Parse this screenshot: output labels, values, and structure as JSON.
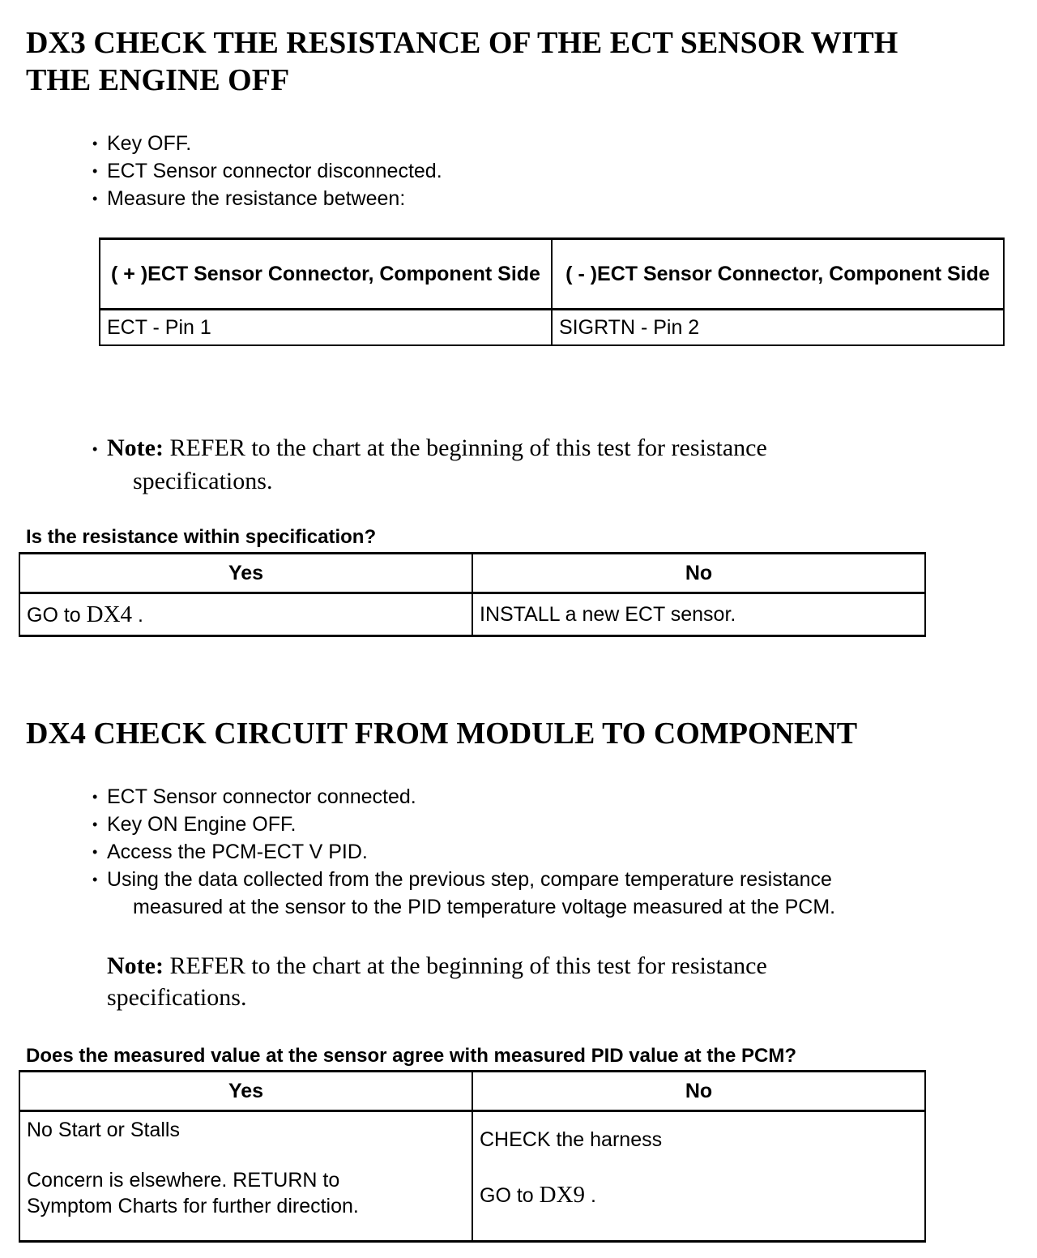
{
  "dx3": {
    "heading_line1": "DX3 CHECK THE RESISTANCE OF THE ECT SENSOR WITH",
    "heading_line2": "THE ENGINE OFF",
    "steps": [
      "Key OFF.",
      "ECT Sensor connector disconnected.",
      "Measure the resistance between:"
    ],
    "measure_table": {
      "headers": [
        "( + )ECT Sensor Connector, Component Side",
        "( - )ECT Sensor Connector, Component Side"
      ],
      "row": [
        "ECT - Pin 1",
        "SIGRTN - Pin 2"
      ]
    },
    "note_label": "Note:",
    "note_text": " REFER to the chart at the beginning of this test for resistance specifications.",
    "question": "Is the resistance within specification?",
    "answers": {
      "yes_header": "Yes",
      "no_header": "No",
      "yes_prefix": "GO to ",
      "yes_step": "DX4",
      "yes_suffix": " .",
      "no_text": "INSTALL a new ECT sensor."
    }
  },
  "dx4": {
    "heading": "DX4 CHECK CIRCUIT FROM MODULE TO COMPONENT",
    "steps": [
      "ECT Sensor connector connected.",
      "Key ON Engine OFF.",
      "Access the PCM-ECT V PID.",
      "Using the data collected from the previous step, compare temperature resistance measured at the sensor to the PID temperature voltage measured at the PCM."
    ],
    "note_label": "Note:",
    "note_text": " REFER to the chart at the beginning of this test for resistance specifications.",
    "question": "Does the measured value at the sensor agree with measured PID value at the PCM?",
    "answers": {
      "yes_header": "Yes",
      "no_header": "No",
      "yes_line1": "No Start or Stalls",
      "yes_line2": "Concern is elsewhere. RETURN to Symptom Charts for further direction.",
      "no_line1": "CHECK the harness",
      "no_prefix": "GO to ",
      "no_step": "DX9",
      "no_suffix": " ."
    }
  },
  "bullet_glyph": "•"
}
